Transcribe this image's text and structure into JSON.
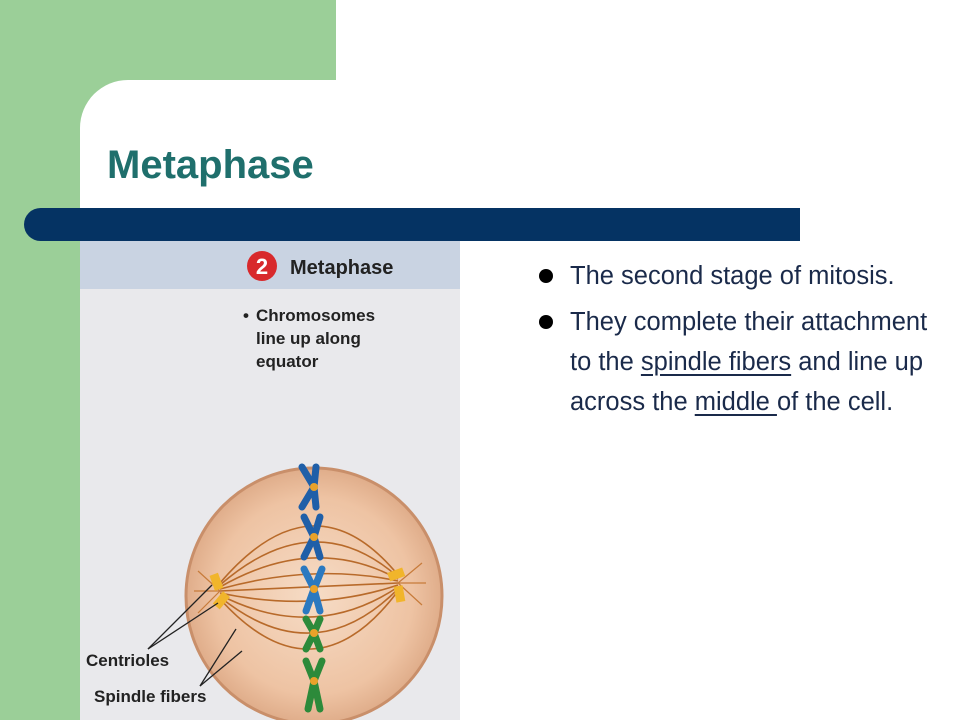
{
  "slide": {
    "title": "Metaphase",
    "colors": {
      "accent_green": "#9bcf98",
      "title_teal": "#1f6f6c",
      "bar_navy": "#053363"
    }
  },
  "figure": {
    "stage_number": "2",
    "stage_name": "Metaphase",
    "bullet_symbol": "•",
    "description_lines": [
      "Chromosomes",
      "line up along",
      "equator"
    ],
    "labels": {
      "centrioles": "Centrioles",
      "spindle_fibers": "Spindle fibers"
    }
  },
  "bullets": [
    {
      "text": "The second stage of mitosis."
    },
    {
      "part1": "They complete their attachment to the ",
      "link1": "spindle fibers",
      "part2": " and line up across the ",
      "link2": "middle ",
      "part3": "of the cell."
    }
  ]
}
